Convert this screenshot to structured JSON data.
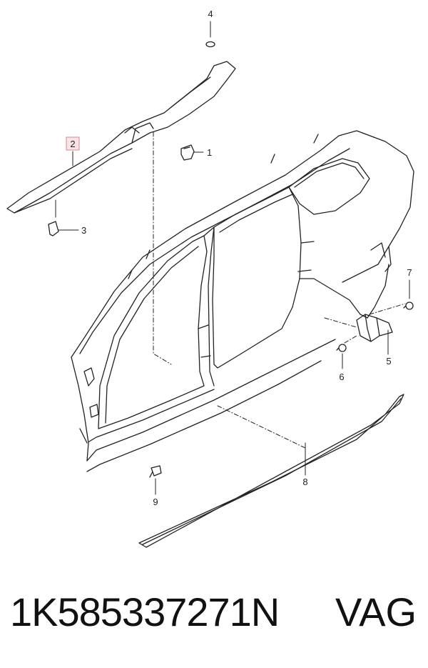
{
  "diagram": {
    "callouts": {
      "c1": "1",
      "c2": "2",
      "c3": "3",
      "c4": "4",
      "c5": "5",
      "c6": "6",
      "c7": "7",
      "c8": "8",
      "c9": "9"
    },
    "highlight_color": "#d98a95"
  },
  "footer": {
    "part_number": "1K585337271N",
    "brand": "VAG"
  }
}
